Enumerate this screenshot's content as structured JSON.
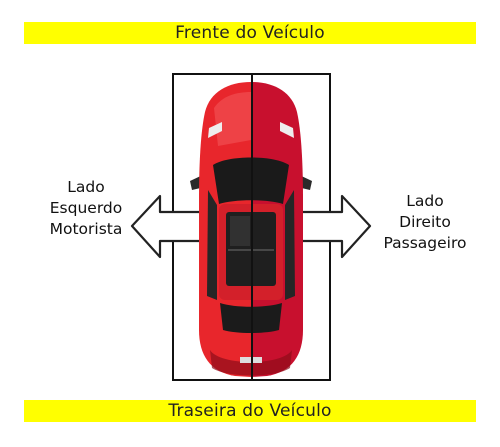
{
  "banners": {
    "front": "Frente do Veículo",
    "rear": "Traseira do Veículo"
  },
  "left_side": {
    "lines": [
      "Lado",
      "Esquerdo",
      "Motorista"
    ]
  },
  "right_side": {
    "lines": [
      "Lado",
      "Direito",
      "Passageiro"
    ]
  },
  "colors": {
    "banner": "#ffff00",
    "car_left": "#e8262c",
    "car_right": "#c8102e",
    "outline": "#111111"
  },
  "icons": [
    "left-arrow-icon",
    "right-arrow-icon",
    "car-top-view-icon"
  ]
}
